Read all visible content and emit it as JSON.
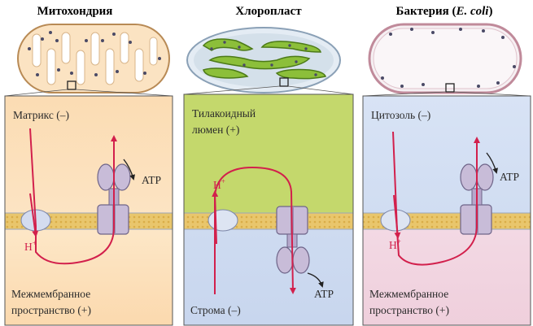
{
  "colors": {
    "arrow": "#d2204c",
    "membrane_band": "#e6c46a",
    "protein": "#c8bcd8",
    "protein_stroke": "#6e6488",
    "mito_top": "#fbdcb3",
    "mito_bottom": "#fde9cc",
    "chloro_top": "#bfd56a",
    "chloro_bottom": "#d2dff0",
    "bact_top": "#d6e2f4",
    "bact_bottom": "#f4dbe6",
    "chloroplast_green": "#8cbf3a",
    "dot": "#4a4a66"
  },
  "panels": [
    {
      "id": "mito",
      "title": "Митохондрия",
      "top_label": [
        "Матрикс (–)"
      ],
      "bottom_label": [
        "Межмембранное",
        "пространство (+)"
      ],
      "proton": "H",
      "proton_sup": "+",
      "atp": "ATP"
    },
    {
      "id": "chloro",
      "title": "Хлоропласт",
      "top_label": [
        "Тилакоидный",
        "люмен (+)"
      ],
      "bottom_label": [
        "Строма (–)"
      ],
      "proton": "H",
      "proton_sup": "+",
      "atp": "ATP"
    },
    {
      "id": "bact",
      "title_main": "Бактерия (",
      "title_italic": "E. coli",
      "title_end": ")",
      "top_label": [
        "Цитозоль (–)"
      ],
      "bottom_label": [
        "Межмембранное",
        "пространство (+)"
      ],
      "proton": "H",
      "proton_sup": "+",
      "atp": "ATP"
    }
  ]
}
